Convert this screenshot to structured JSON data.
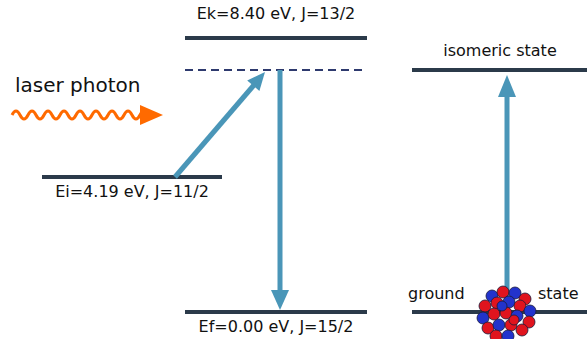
{
  "diagram": {
    "labels": [
      "Ek=8.40 eV, J=13/2",
      "laser photon",
      "Ei=4.19 eV, J=11/2",
      "Ef=0.00 eV, J=15/2",
      "isomeric state",
      "ground",
      "state"
    ]
  }
}
